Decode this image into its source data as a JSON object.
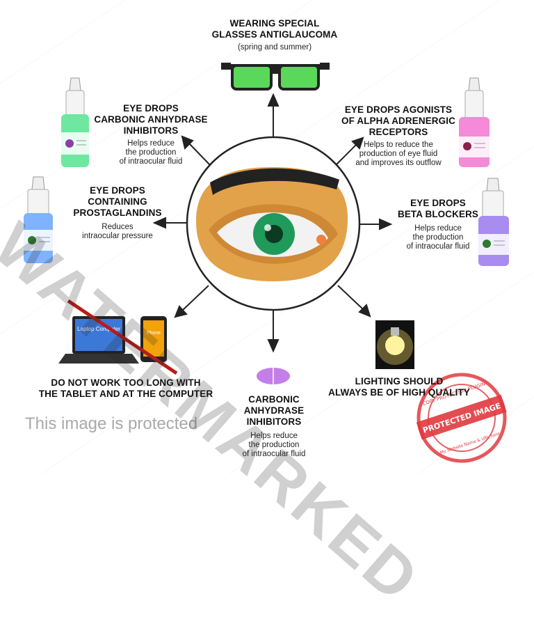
{
  "center": {
    "icon": "eye-icon"
  },
  "items": {
    "glasses": {
      "title": [
        "WEARING SPECIAL",
        "GLASSES ANTIGLAUCOMA"
      ],
      "desc": [
        "(spring and summer)"
      ],
      "icon": "green-glasses-icon"
    },
    "carbonic_drops": {
      "title": [
        "EYE DROPS",
        "CARBONIC ANHYDRASE",
        "INHIBITORS"
      ],
      "desc": [
        "Helps reduce",
        "the production",
        "of intraocular fluid"
      ],
      "icon": "green-eye-drop-bottle-icon"
    },
    "alpha_drops": {
      "title": [
        "EYE DROPS AGONISTS",
        "OF ALPHA ADRENERGIC",
        "RECEPTORS"
      ],
      "desc": [
        "Helps to reduce the",
        "production of eye fluid",
        "and improves its outflow"
      ],
      "icon": "pink-eye-drop-bottle-icon"
    },
    "prostaglandins": {
      "title": [
        "EYE DROPS",
        "CONTAINING",
        "PROSTAGLANDINS"
      ],
      "desc": [
        "Reduces",
        "intraocular pressure"
      ],
      "icon": "blue-eye-drop-bottle-icon"
    },
    "beta_blockers": {
      "title": [
        "EYE DROPS",
        "BETA BLOCKERS"
      ],
      "desc": [
        "Helps reduce",
        "the production",
        "of intraocular fluid"
      ],
      "icon": "purple-eye-drop-bottle-icon"
    },
    "devices": {
      "title": [
        "DO NOT WORK TOO LONG WITH",
        "THE TABLET AND AT THE COMPUTER"
      ],
      "desc": [],
      "icon": "crossed-out-laptop-and-phone-icon",
      "laptop_screen": "Laptop Computer",
      "phone_screen": "Phone"
    },
    "pill": {
      "title": [
        "CARBONIC",
        "ANHYDRASE",
        "INHIBITORS"
      ],
      "desc": [
        "Helps reduce",
        "the production",
        "of intraocular fluid"
      ],
      "icon": "purple-pill-icon"
    },
    "lighting": {
      "title": [
        "LIGHTING SHOULD",
        "ALWAYS BE OF HIGH QUALITY"
      ],
      "desc": [],
      "icon": "light-bulb-icon"
    }
  },
  "protected_text": "This image is protected",
  "watermark": "WATERMARKED",
  "stamp": {
    "outer": "COPY PROTECTION PLUGIN",
    "inner": "PROTECTED IMAGE",
    "bottom": "My Website Name & URL here"
  },
  "colors": {
    "glasses_lens": "#5ad85a",
    "bottle_green": "#6ee8a0",
    "bottle_pink": "#f48ad8",
    "bottle_blue": "#7fb2ff",
    "bottle_purple": "#a88cf0",
    "pill": "#c47ee8",
    "skin": "#e2a24a",
    "iris": "#1f9a5a",
    "stamp": "#e0393e"
  }
}
